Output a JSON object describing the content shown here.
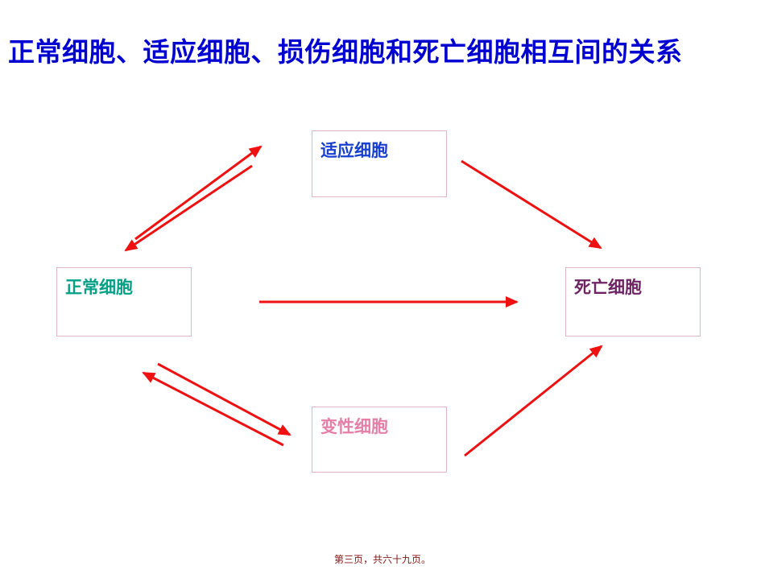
{
  "slide": {
    "title": "正常细胞、适应细胞、损伤细胞和死亡细胞相互间的关系",
    "footer": "第三页，共六十九页。"
  },
  "nodes": {
    "adapted": {
      "label": "适应细胞",
      "color": "#1840d0"
    },
    "normal": {
      "label": "正常细胞",
      "color": "#00a086"
    },
    "dead": {
      "label": "死亡细胞",
      "color": "#6e2464"
    },
    "degenerated": {
      "label": "变性细胞",
      "color": "#e57fa8"
    }
  },
  "edges": [
    {
      "from": "正常细胞",
      "to": "适应细胞",
      "direction": "both"
    },
    {
      "from": "适应细胞",
      "to": "死亡细胞",
      "direction": "one-way"
    },
    {
      "from": "正常细胞",
      "to": "死亡细胞",
      "direction": "one-way"
    },
    {
      "from": "正常细胞",
      "to": "变性细胞",
      "direction": "both"
    },
    {
      "from": "变性细胞",
      "to": "死亡细胞",
      "direction": "one-way"
    }
  ],
  "colors": {
    "title": "#0000d0",
    "arrow": "#ee1111",
    "box_border": "#ddb8c4",
    "footer_text": "#801616",
    "background": "#ffffff"
  }
}
